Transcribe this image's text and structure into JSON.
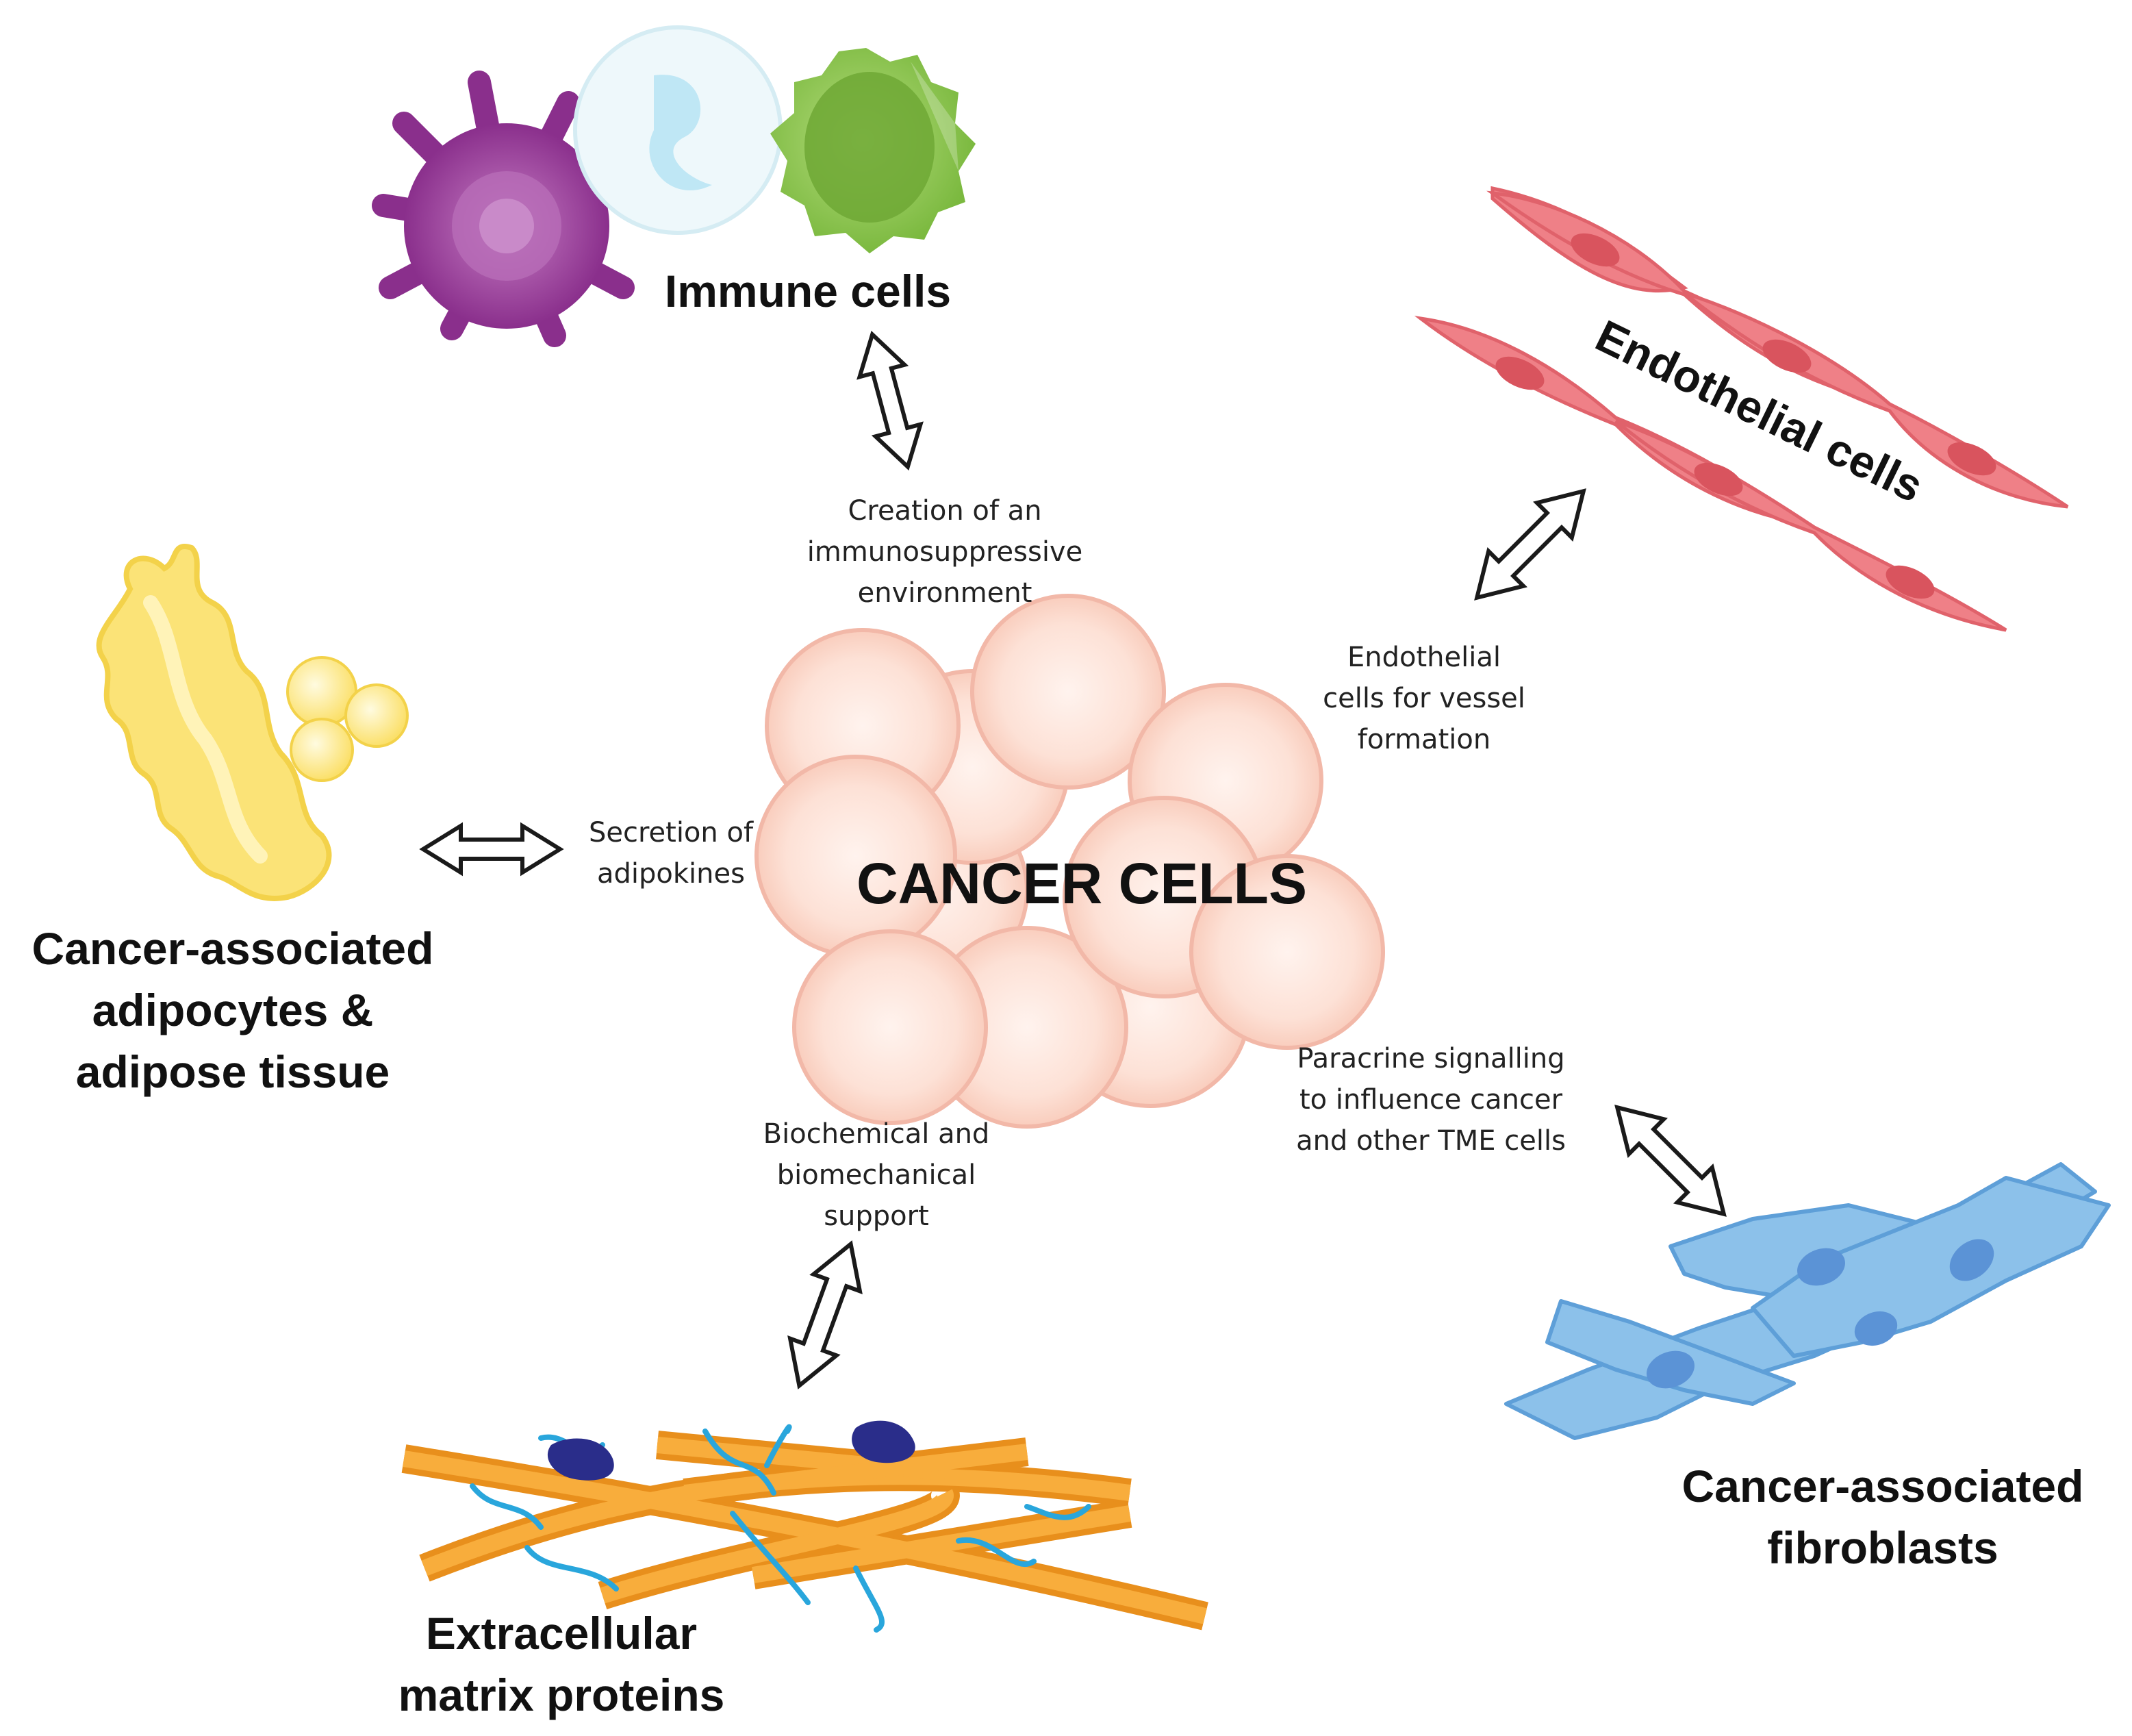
{
  "center": {
    "label": "CANCER CELLS"
  },
  "components": {
    "immune": {
      "title": "Immune cells",
      "relation": [
        "Creation of an",
        "immunosuppressive",
        "environment"
      ]
    },
    "endothelial": {
      "title": "Endothelial cells",
      "relation": [
        "Endothelial",
        "cells for vessel",
        "formation"
      ]
    },
    "adipocytes": {
      "title": [
        "Cancer-associated",
        "adipocytes &",
        "adipose tissue"
      ],
      "relation": [
        "Secretion of",
        "adipokines"
      ]
    },
    "ecm": {
      "title": [
        "Extracellular",
        "matrix proteins"
      ],
      "relation": [
        "Biochemical and",
        "biomechanical",
        "support"
      ]
    },
    "fibroblasts": {
      "title": [
        "Cancer-associated",
        "fibroblasts"
      ],
      "relation": [
        "Paracrine signalling",
        "to influence cancer",
        "and other TME cells"
      ]
    }
  },
  "colors": {
    "cancer_cell": "#fcd9cc",
    "cancer_cell_stroke": "#f0b7a6",
    "immune_purple": "#9b3f9b",
    "immune_white": "#e9f7fb",
    "immune_green": "#8cc653",
    "endothelial": "#ee7b80",
    "endothelial_nucleus": "#d64f5a",
    "adipocyte": "#fbe67e",
    "ecm_fiber": "#f7a328",
    "ecm_strand": "#29a6dc",
    "ecm_node": "#2a2d8a",
    "fibroblast": "#86bde8",
    "fibroblast_nucleus": "#5b93d6",
    "arrow_stroke": "#1a1a1a"
  },
  "icons": [
    "double-arrow-icon",
    "cancer-cell-cluster-icon",
    "immune-cell-icon",
    "endothelial-cell-icon",
    "adipocyte-icon",
    "ecm-fiber-icon",
    "fibroblast-icon"
  ]
}
